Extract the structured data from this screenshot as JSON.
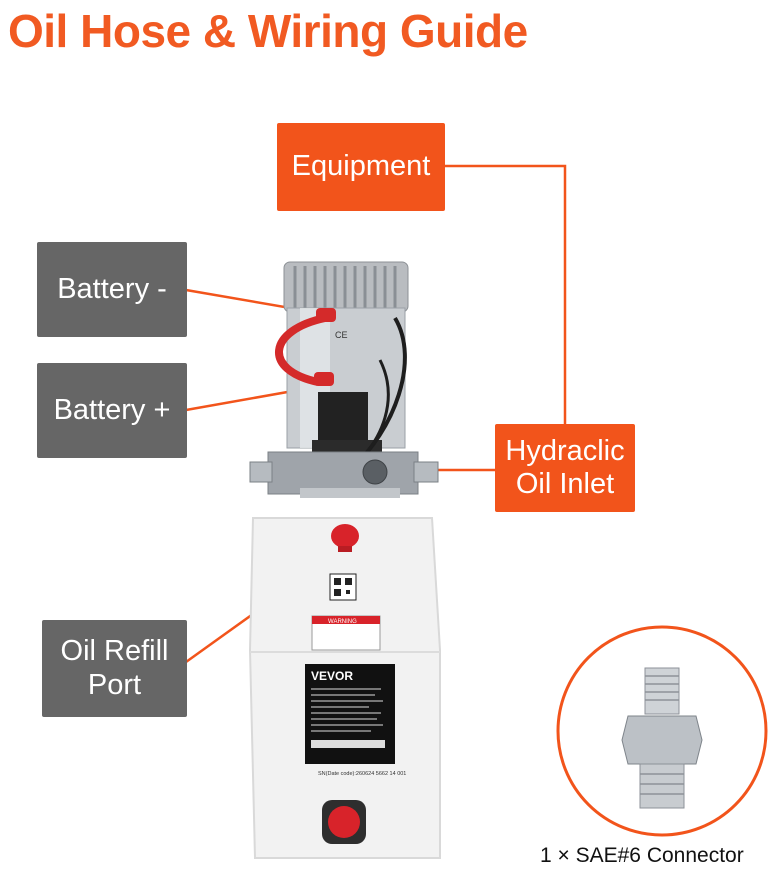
{
  "title": "Oil Hose & Wiring Guide",
  "colors": {
    "accent": "#f2541b",
    "title": "#f15a22",
    "gray_box": "#666666",
    "leader": "#f2541b"
  },
  "labels": {
    "equipment": "Equipment",
    "battery_neg": "Battery -",
    "battery_pos": "Battery +",
    "hydraulic_inlet": "Hydraclic\nOil Inlet",
    "oil_refill": "Oil Refill\nPort"
  },
  "connector_caption": "1 × SAE#6 Connector",
  "product": {
    "brand": "VEVOR",
    "warning": "WARNING",
    "serial": "SN(Date code):260624 5662 14 001",
    "ce_mark": "CE"
  }
}
